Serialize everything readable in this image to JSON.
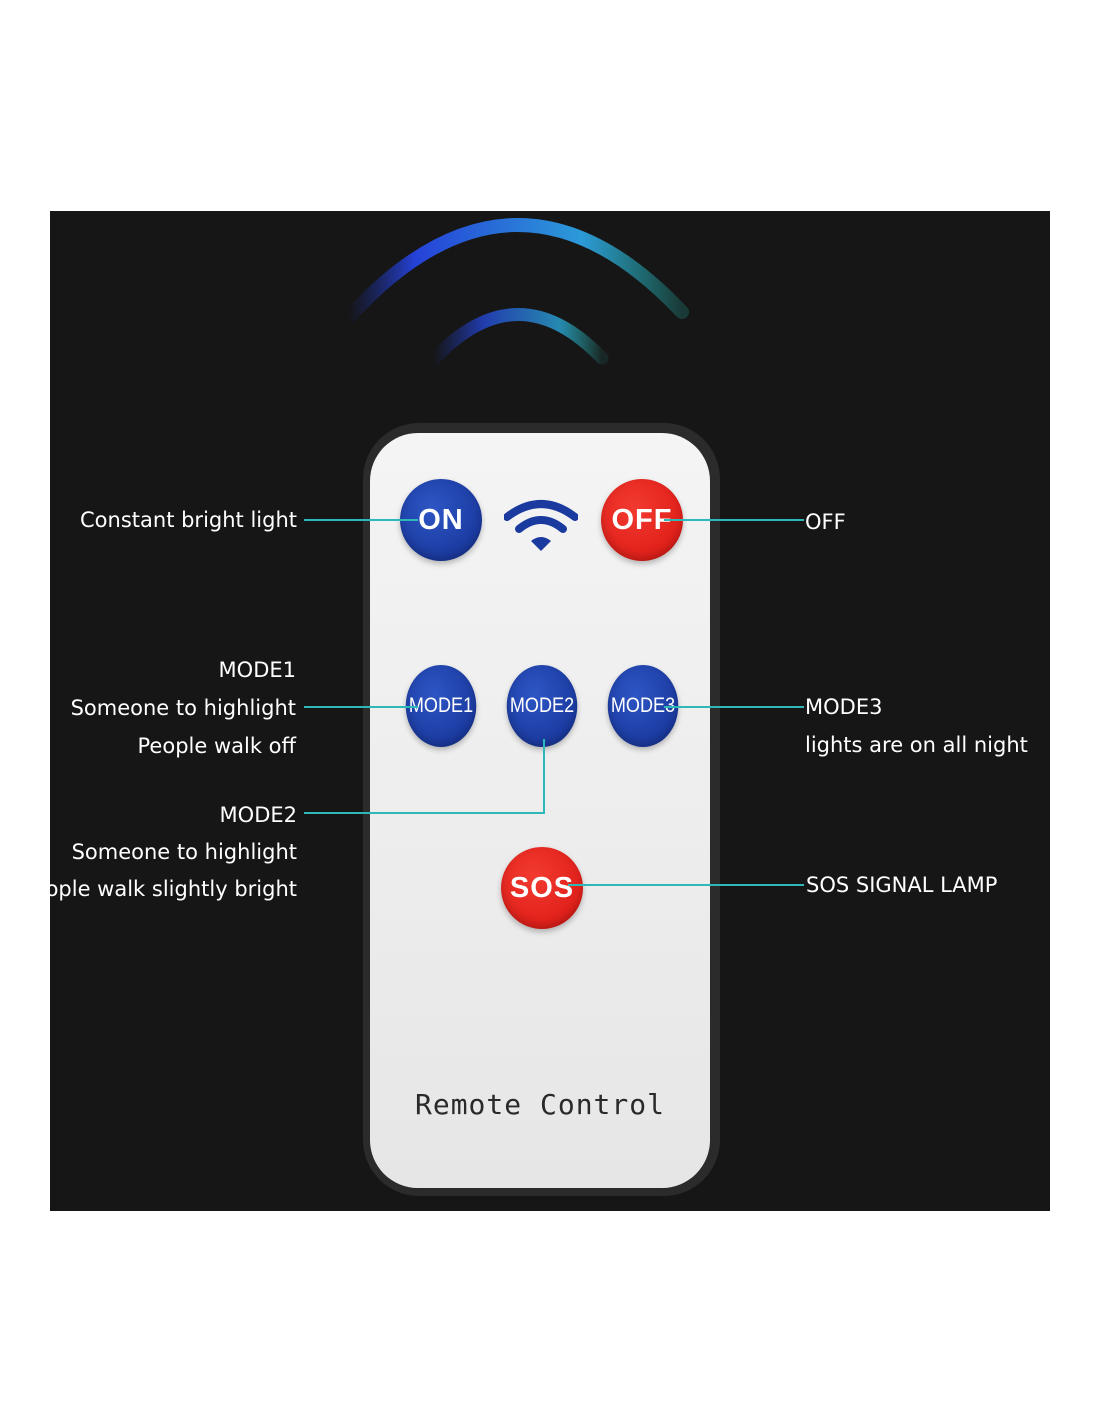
{
  "buttons": {
    "on": "ON",
    "off": "OFF",
    "mode1": "MODE1",
    "mode2": "MODE2",
    "mode3": "MODE3",
    "sos": "SOS"
  },
  "remote_label": "Remote Control",
  "callouts": {
    "on": [
      "Constant bright light"
    ],
    "off": [
      "OFF"
    ],
    "mode1": [
      "MODE1",
      "Someone to highlight",
      "People walk off"
    ],
    "mode2": [
      "MODE2",
      "Someone to highlight",
      "People walk slightly bright"
    ],
    "mode3": [
      "MODE3",
      "lights are on all night"
    ],
    "sos": [
      "SOS SIGNAL LAMP"
    ]
  },
  "icons": {
    "signal": "signal-waves-icon",
    "wifi": "wifi-icon"
  },
  "colors": {
    "background": "#161616",
    "blue_button": "#1b3aa0",
    "red_button": "#e0201a",
    "leader_line": "#2fb8b8",
    "remote_face": "#efefef"
  }
}
